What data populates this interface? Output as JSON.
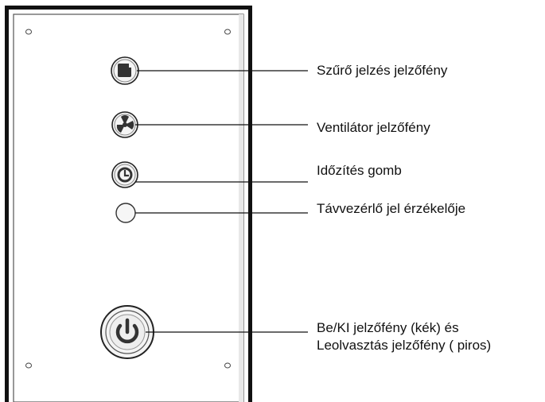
{
  "labels": {
    "filter_indicator": "Szűrő jelzés jelzőfény",
    "fan_indicator": "Ventilátor jelzőfény",
    "timer_button": "Időzítés gomb",
    "remote_sensor": "Távvezérlő jel érzékelője",
    "power_indicator_line1": "Be/KI jelzőfény (kék) és",
    "power_indicator_line2": "Leolvasztás jelzőfény ( piros)"
  },
  "icons": {
    "filter_indicator": "filter-icon",
    "fan_indicator": "fan-icon",
    "timer_button": "clock-icon",
    "remote_sensor": "sensor-circle",
    "power_indicator": "power-icon"
  },
  "colors": {
    "panel_border": "#111111",
    "panel_fill": "#ffffff",
    "icon_fill": "#333333"
  }
}
